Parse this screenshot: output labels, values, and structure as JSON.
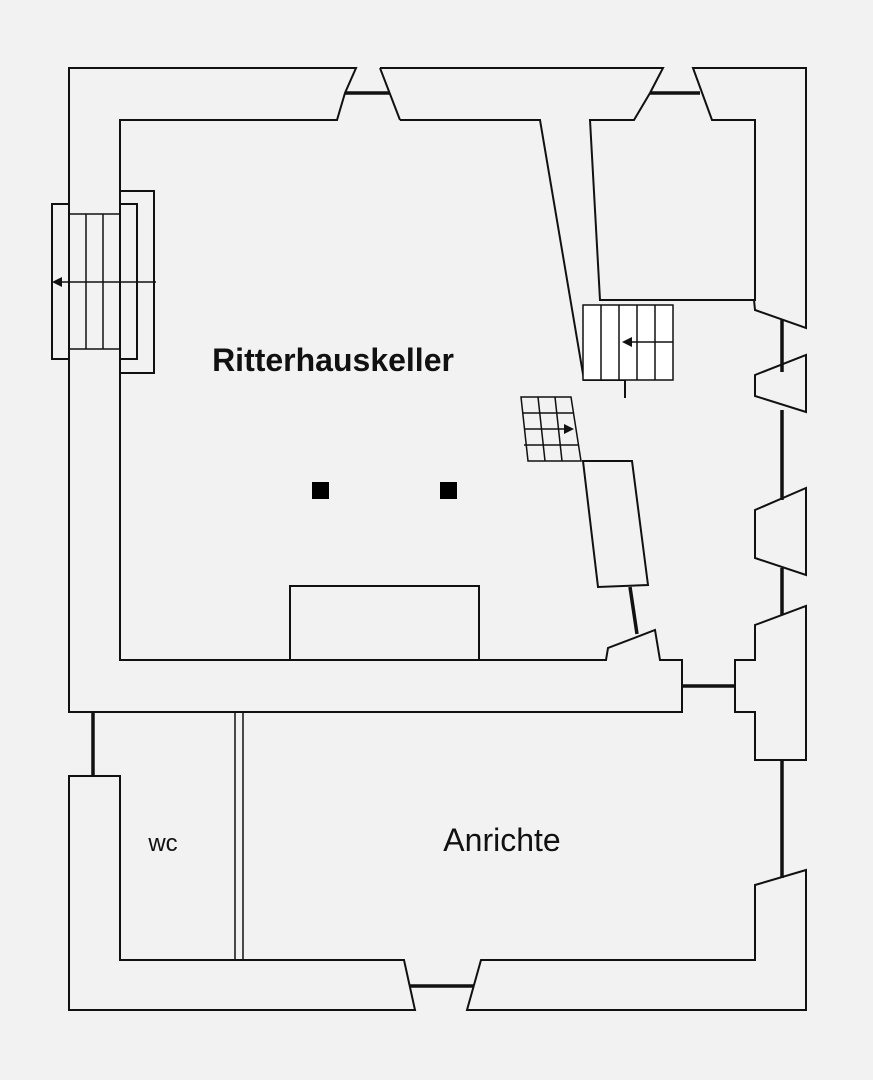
{
  "plan": {
    "title": "Floor plan",
    "rooms": {
      "main": "Ritterhauskeller",
      "pantry": "Anrichte",
      "toilet": "wc"
    },
    "colors": {
      "background": "#f2f2f2",
      "line": "#111111",
      "stair_fill": "#ffffff"
    }
  }
}
